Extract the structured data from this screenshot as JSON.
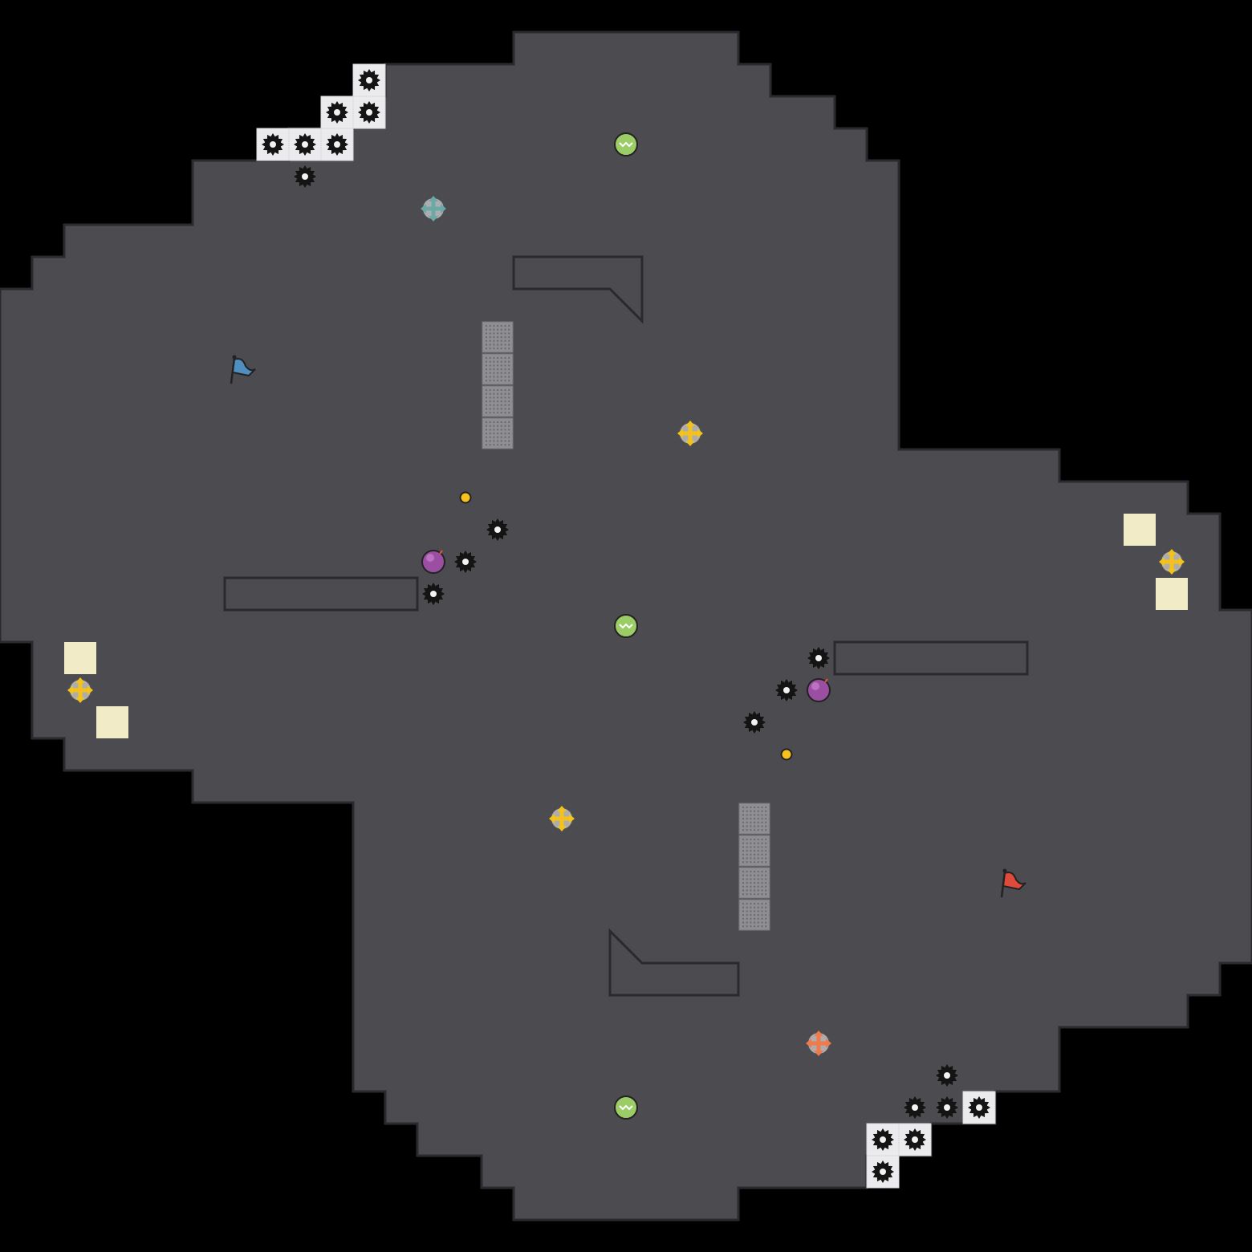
{
  "colors": {
    "background": "#000000",
    "floor": "#ebebee",
    "floor_grid": "#d9d9de",
    "wall": "#4b4b50",
    "wall_edge": "#2a2a2e",
    "spawn_pad": "#f1ecc7",
    "boost_tile": "#8f8f93",
    "spike": "#141414",
    "bomb": "#9a4fa3",
    "powerup": "#9ccc65",
    "flag_blue": "#4f8fbf",
    "flag_red": "#e04a3a",
    "yellow_portal": "#f3c21b",
    "blue_portal": "#6aa9a5",
    "red_portal": "#ef7a4b",
    "pellet": "#f6c21d"
  },
  "map": {
    "tiles": {
      "spikes": [
        [
          11,
          2
        ],
        [
          10,
          3
        ],
        [
          11,
          3
        ],
        [
          8,
          4
        ],
        [
          9,
          4
        ],
        [
          10,
          4
        ],
        [
          9,
          5
        ],
        [
          15,
          16
        ],
        [
          14,
          17
        ],
        [
          13,
          18
        ],
        [
          25,
          20
        ],
        [
          24,
          21
        ],
        [
          23,
          22
        ],
        [
          29,
          33
        ],
        [
          28,
          34
        ],
        [
          29,
          34
        ],
        [
          30,
          34
        ],
        [
          27,
          35
        ],
        [
          28,
          35
        ],
        [
          27,
          36
        ]
      ],
      "bombs": [
        [
          13,
          17
        ],
        [
          25,
          21
        ]
      ],
      "powerups": [
        [
          19,
          4
        ],
        [
          19,
          19
        ],
        [
          19,
          34
        ]
      ],
      "yellow_portals": [
        [
          21,
          13
        ],
        [
          36,
          17
        ],
        [
          2,
          21
        ],
        [
          17,
          25
        ]
      ],
      "blue_portals": [
        [
          13,
          6
        ]
      ],
      "red_portals": [
        [
          25,
          32
        ]
      ],
      "pellets": [
        [
          14,
          15
        ],
        [
          24,
          23
        ]
      ],
      "blue_flag": [
        7,
        11
      ],
      "red_flag": [
        31,
        27
      ]
    }
  }
}
